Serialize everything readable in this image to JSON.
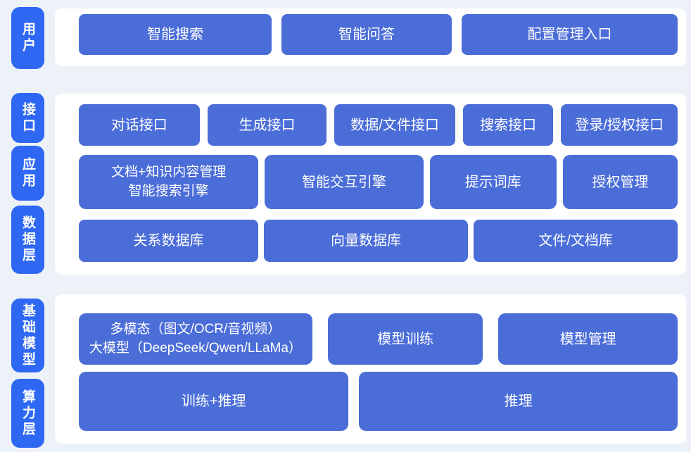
{
  "colors": {
    "background": "#edf1f8",
    "panel": "#ffffff",
    "layer_pill_blue": "#2e68f2",
    "node_button_blue": "#4b6dd8",
    "text_white": "#ffffff"
  },
  "layers": {
    "user": {
      "label": "用户"
    },
    "interface": {
      "label": "接口"
    },
    "application": {
      "label": "应用"
    },
    "data": {
      "label": "数据层"
    },
    "foundation_model": {
      "label": "基础模型"
    },
    "compute": {
      "label": "算力层"
    }
  },
  "rows": {
    "user": {
      "buttons": [
        {
          "label": "智能搜索"
        },
        {
          "label": "智能问答"
        },
        {
          "label": "配置管理入口"
        }
      ]
    },
    "interface": {
      "buttons": [
        {
          "label": "对话接口"
        },
        {
          "label": "生成接口"
        },
        {
          "label": "数据/文件接口"
        },
        {
          "label": "搜索接口"
        },
        {
          "label": "登录/授权接口"
        }
      ]
    },
    "application": {
      "buttons": [
        {
          "line1": "文档+知识内容管理",
          "line2": "智能搜索引擎"
        },
        {
          "label": "智能交互引擎"
        },
        {
          "label": "提示词库"
        },
        {
          "label": "授权管理"
        }
      ]
    },
    "data": {
      "buttons": [
        {
          "label": "关系数据库"
        },
        {
          "label": "向量数据库"
        },
        {
          "label": "文件/文档库"
        }
      ]
    },
    "foundation_model": {
      "buttons": [
        {
          "line1": "多模态（图文/OCR/音视频）",
          "line2": "大模型（DeepSeek/Qwen/LLaMa）"
        },
        {
          "label": "模型训练"
        },
        {
          "label": "模型管理"
        }
      ]
    },
    "compute": {
      "buttons": [
        {
          "label": "训练+推理"
        },
        {
          "label": "推理"
        }
      ]
    }
  }
}
